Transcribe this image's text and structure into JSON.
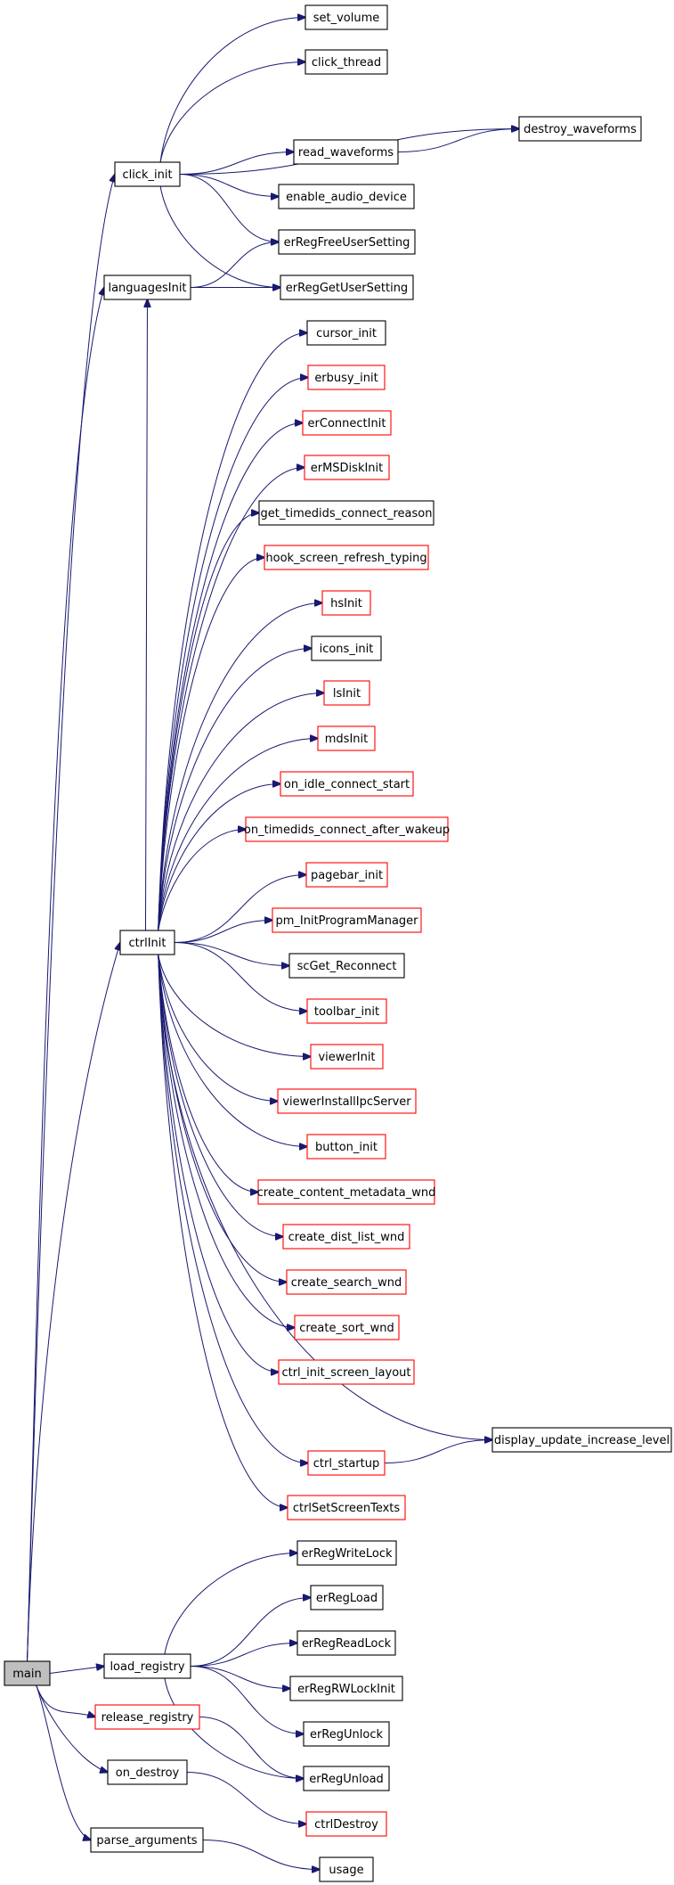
{
  "graph": {
    "colors": {
      "edge": "#191970",
      "node_border": "#000000",
      "truncated_node_border": "#ff0000",
      "root_fill": "#bfbfbf",
      "background": "#ffffff"
    },
    "nodes": [
      {
        "id": "main",
        "label": "main",
        "root": true
      },
      {
        "id": "click_init",
        "label": "click_init"
      },
      {
        "id": "set_volume",
        "label": "set_volume"
      },
      {
        "id": "click_thread",
        "label": "click_thread"
      },
      {
        "id": "destroy_waveforms",
        "label": "destroy_waveforms"
      },
      {
        "id": "read_waveforms",
        "label": "read_waveforms"
      },
      {
        "id": "enable_audio_device",
        "label": "enable_audio_device"
      },
      {
        "id": "erRegFreeUserSetting",
        "label": "erRegFreeUserSetting"
      },
      {
        "id": "languagesInit",
        "label": "languagesInit"
      },
      {
        "id": "erRegGetUserSetting",
        "label": "erRegGetUserSetting"
      },
      {
        "id": "cursor_init",
        "label": "cursor_init"
      },
      {
        "id": "erbusy_init",
        "label": "erbusy_init",
        "truncated": true
      },
      {
        "id": "erConnectInit",
        "label": "erConnectInit",
        "truncated": true
      },
      {
        "id": "erMSDiskInit",
        "label": "erMSDiskInit",
        "truncated": true
      },
      {
        "id": "get_timedids_connect_reason",
        "label": "get_timedids_connect_reason"
      },
      {
        "id": "hook_screen_refresh_typing",
        "label": "hook_screen_refresh_typing",
        "truncated": true
      },
      {
        "id": "hsInit",
        "label": "hsInit",
        "truncated": true
      },
      {
        "id": "icons_init",
        "label": "icons_init"
      },
      {
        "id": "lsInit",
        "label": "lsInit",
        "truncated": true
      },
      {
        "id": "mdsInit",
        "label": "mdsInit",
        "truncated": true
      },
      {
        "id": "on_idle_connect_start",
        "label": "on_idle_connect_start",
        "truncated": true
      },
      {
        "id": "on_timedids_connect_after_wakeup",
        "label": "on_timedids_connect_after_wakeup",
        "truncated": true
      },
      {
        "id": "pagebar_init",
        "label": "pagebar_init",
        "truncated": true
      },
      {
        "id": "pm_InitProgramManager",
        "label": "pm_InitProgramManager",
        "truncated": true
      },
      {
        "id": "ctrlInit",
        "label": "ctrlInit"
      },
      {
        "id": "scGet_Reconnect",
        "label": "scGet_Reconnect"
      },
      {
        "id": "toolbar_init",
        "label": "toolbar_init",
        "truncated": true
      },
      {
        "id": "viewerInit",
        "label": "viewerInit",
        "truncated": true
      },
      {
        "id": "viewerInstallIpcServer",
        "label": "viewerInstallIpcServer",
        "truncated": true
      },
      {
        "id": "button_init",
        "label": "button_init",
        "truncated": true
      },
      {
        "id": "create_content_metadata_wnd",
        "label": "create_content_metadata_wnd",
        "truncated": true
      },
      {
        "id": "create_dist_list_wnd",
        "label": "create_dist_list_wnd",
        "truncated": true
      },
      {
        "id": "create_search_wnd",
        "label": "create_search_wnd",
        "truncated": true
      },
      {
        "id": "create_sort_wnd",
        "label": "create_sort_wnd",
        "truncated": true
      },
      {
        "id": "ctrl_init_screen_layout",
        "label": "ctrl_init_screen_layout",
        "truncated": true
      },
      {
        "id": "display_update_increase_level",
        "label": "display_update_increase_level"
      },
      {
        "id": "ctrl_startup",
        "label": "ctrl_startup",
        "truncated": true
      },
      {
        "id": "ctrlSetScreenTexts",
        "label": "ctrlSetScreenTexts",
        "truncated": true
      },
      {
        "id": "erRegWriteLock",
        "label": "erRegWriteLock"
      },
      {
        "id": "erRegLoad",
        "label": "erRegLoad"
      },
      {
        "id": "erRegReadLock",
        "label": "erRegReadLock"
      },
      {
        "id": "load_registry",
        "label": "load_registry"
      },
      {
        "id": "erRegRWLockInit",
        "label": "erRegRWLockInit"
      },
      {
        "id": "release_registry",
        "label": "release_registry",
        "truncated": true
      },
      {
        "id": "erRegUnlock",
        "label": "erRegUnlock"
      },
      {
        "id": "erRegUnload",
        "label": "erRegUnload"
      },
      {
        "id": "on_destroy",
        "label": "on_destroy"
      },
      {
        "id": "ctrlDestroy",
        "label": "ctrlDestroy",
        "truncated": true
      },
      {
        "id": "parse_arguments",
        "label": "parse_arguments"
      },
      {
        "id": "usage",
        "label": "usage"
      }
    ],
    "edges": [
      [
        "main",
        "click_init"
      ],
      [
        "main",
        "languagesInit"
      ],
      [
        "main",
        "ctrlInit"
      ],
      [
        "main",
        "load_registry"
      ],
      [
        "main",
        "release_registry"
      ],
      [
        "main",
        "on_destroy"
      ],
      [
        "main",
        "parse_arguments"
      ],
      [
        "click_init",
        "set_volume"
      ],
      [
        "click_init",
        "click_thread"
      ],
      [
        "click_init",
        "destroy_waveforms"
      ],
      [
        "click_init",
        "read_waveforms"
      ],
      [
        "click_init",
        "enable_audio_device"
      ],
      [
        "click_init",
        "erRegFreeUserSetting"
      ],
      [
        "click_init",
        "erRegGetUserSetting"
      ],
      [
        "read_waveforms",
        "destroy_waveforms"
      ],
      [
        "languagesInit",
        "erRegFreeUserSetting"
      ],
      [
        "languagesInit",
        "erRegGetUserSetting"
      ],
      [
        "ctrlInit",
        "languagesInit"
      ],
      [
        "ctrlInit",
        "cursor_init"
      ],
      [
        "ctrlInit",
        "erbusy_init"
      ],
      [
        "ctrlInit",
        "erConnectInit"
      ],
      [
        "ctrlInit",
        "erMSDiskInit"
      ],
      [
        "ctrlInit",
        "get_timedids_connect_reason"
      ],
      [
        "ctrlInit",
        "hook_screen_refresh_typing"
      ],
      [
        "ctrlInit",
        "hsInit"
      ],
      [
        "ctrlInit",
        "icons_init"
      ],
      [
        "ctrlInit",
        "lsInit"
      ],
      [
        "ctrlInit",
        "mdsInit"
      ],
      [
        "ctrlInit",
        "on_idle_connect_start"
      ],
      [
        "ctrlInit",
        "on_timedids_connect_after_wakeup"
      ],
      [
        "ctrlInit",
        "pagebar_init"
      ],
      [
        "ctrlInit",
        "pm_InitProgramManager"
      ],
      [
        "ctrlInit",
        "scGet_Reconnect"
      ],
      [
        "ctrlInit",
        "toolbar_init"
      ],
      [
        "ctrlInit",
        "viewerInit"
      ],
      [
        "ctrlInit",
        "viewerInstallIpcServer"
      ],
      [
        "ctrlInit",
        "button_init"
      ],
      [
        "ctrlInit",
        "create_content_metadata_wnd"
      ],
      [
        "ctrlInit",
        "create_dist_list_wnd"
      ],
      [
        "ctrlInit",
        "create_search_wnd"
      ],
      [
        "ctrlInit",
        "create_sort_wnd"
      ],
      [
        "ctrlInit",
        "ctrl_init_screen_layout"
      ],
      [
        "ctrlInit",
        "display_update_increase_level"
      ],
      [
        "ctrlInit",
        "ctrl_startup"
      ],
      [
        "ctrlInit",
        "ctrlSetScreenTexts"
      ],
      [
        "ctrl_startup",
        "display_update_increase_level"
      ],
      [
        "load_registry",
        "erRegWriteLock"
      ],
      [
        "load_registry",
        "erRegLoad"
      ],
      [
        "load_registry",
        "erRegReadLock"
      ],
      [
        "load_registry",
        "erRegRWLockInit"
      ],
      [
        "load_registry",
        "erRegUnlock"
      ],
      [
        "load_registry",
        "erRegUnload"
      ],
      [
        "release_registry",
        "erRegUnload"
      ],
      [
        "on_destroy",
        "ctrlDestroy"
      ],
      [
        "parse_arguments",
        "usage"
      ]
    ]
  }
}
